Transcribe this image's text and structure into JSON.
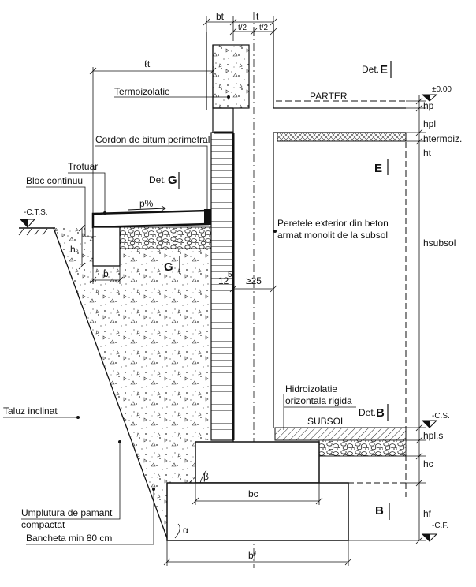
{
  "dimensions": {
    "bt": "bt",
    "t": "t",
    "t_half_left": "t/2",
    "t_half_right": "t/2",
    "lt": "ℓt",
    "p_percent": "p%",
    "h": "h",
    "b": "b",
    "twelve": "12",
    "five": "5",
    "min25": "≥25",
    "beta": "β",
    "alpha": "α",
    "bc": "bc",
    "bf": "bf"
  },
  "labels": {
    "termoizolatie": "Termoizolatie",
    "cordon_bitum": "Cordon de bitum perimetral",
    "trotuar": "Trotuar",
    "bloc_continuu": "Bloc continuu",
    "cts": "-C.T.S.",
    "perete_line1": "Peretele exterior din beton",
    "perete_line2": "armat monolit de la subsol",
    "hidro_line1": "Hidroizolatie",
    "hidro_line2": "orizontala rigida",
    "subsol": "SUBSOL",
    "parter": "PARTER",
    "taluz": "Taluz inclinat",
    "umplutura_line1": "Umplutura de pamant",
    "umplutura_line2": "compactat",
    "bancheta": "Bancheta min 80 cm"
  },
  "details": {
    "det_e_prefix": "Det.",
    "det_e_letter": "E",
    "e_letter": "E",
    "det_g_prefix": "Det.",
    "det_g_letter": "G",
    "g_letter": "G",
    "det_b_prefix": "Det.",
    "det_b_letter": "B",
    "b_letter": "B"
  },
  "levels": {
    "zero": "±0.00",
    "cs": "-C.S.",
    "cf": "-C.F.",
    "hp": "hp",
    "hpl": "hpl",
    "htermoiz": "htermoiz.",
    "ht": "ht",
    "hsubsol": "hsubsol",
    "hpls": "hpl,s",
    "hc": "hc",
    "hf": "hf"
  }
}
